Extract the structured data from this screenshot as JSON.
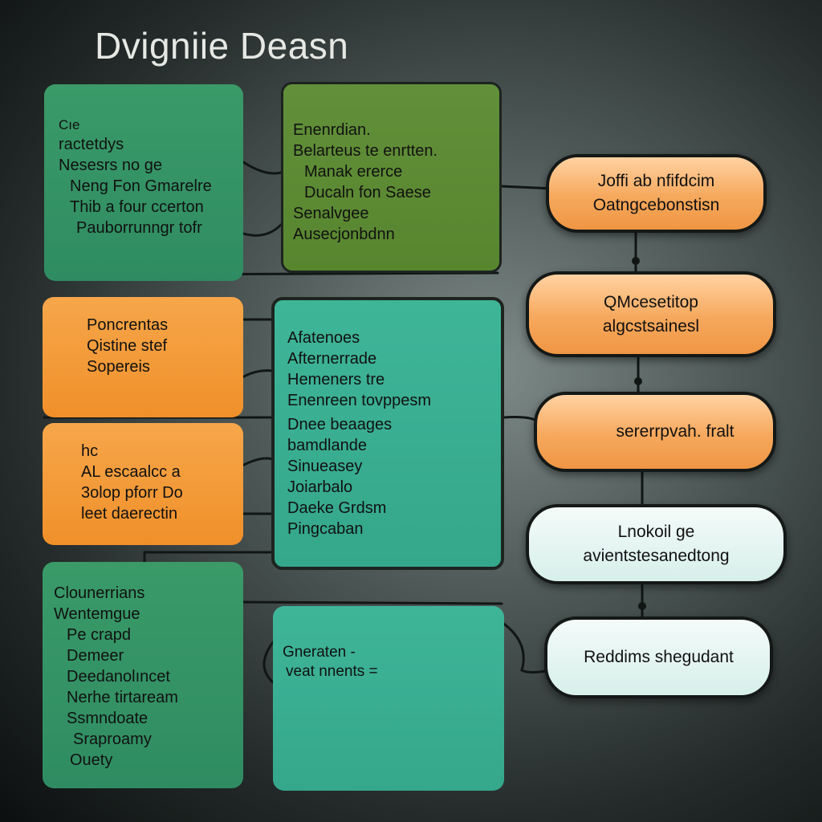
{
  "title": "Dvigniie Deasn",
  "boxes": {
    "green_top": [
      "Cıe",
      "ractetdys",
      "Nesesrs no ge",
      "Neng Fon Gmarelre",
      "Thib a four ccerton",
      "Pauborrunngr tofr"
    ],
    "olive_top": [
      "Enenrdian.",
      "Belarteus te enrtten.",
      "Manak ererce",
      "Ducaln fon Saese",
      "Senalvgee",
      "Ausecjonbdnn"
    ],
    "orange_1": [
      "Poncrentas",
      "Qistine stef",
      "Sopereis"
    ],
    "orange_2": [
      "hc",
      "AL escaalcc a",
      "3olop pforr Do",
      "leet daerectin"
    ],
    "teal_middle": [
      "Afatenoes",
      "Afternerrade",
      "Hemeners tre",
      "Enenreen tovppesm",
      "Dnee beaages",
      "bamdlande",
      "Sinueasey",
      "Joiarbalo",
      "Daeke Grdsm",
      "Pingcaban"
    ],
    "green_bottom": [
      "Clounerrians",
      "Wentemgue",
      "Pe crapd",
      "Demeer",
      "Deedanolıncet",
      "Nerhe tirtaream",
      "Ssmndoate",
      "Sraproamy",
      "Ouety"
    ],
    "teal_bottom": [
      "Gneraten -",
      "veat nnents ="
    ]
  },
  "pills": [
    [
      "Joffi ab nfifdcim",
      "Oatngcebonstisn"
    ],
    [
      "QMcesetitop",
      "algcstsainesl"
    ],
    [
      "sererrpvah. fralt"
    ],
    [
      "Lnokoil ge",
      "avientstesanedtong"
    ],
    [
      "Reddims shegudant"
    ]
  ],
  "colors": {
    "green": "#2f8c62",
    "olive": "#58862f",
    "orange": "#f0902a",
    "teal": "#35a78b",
    "pill_orange": "#f6a85c",
    "pill_mint": "#d7efea"
  }
}
